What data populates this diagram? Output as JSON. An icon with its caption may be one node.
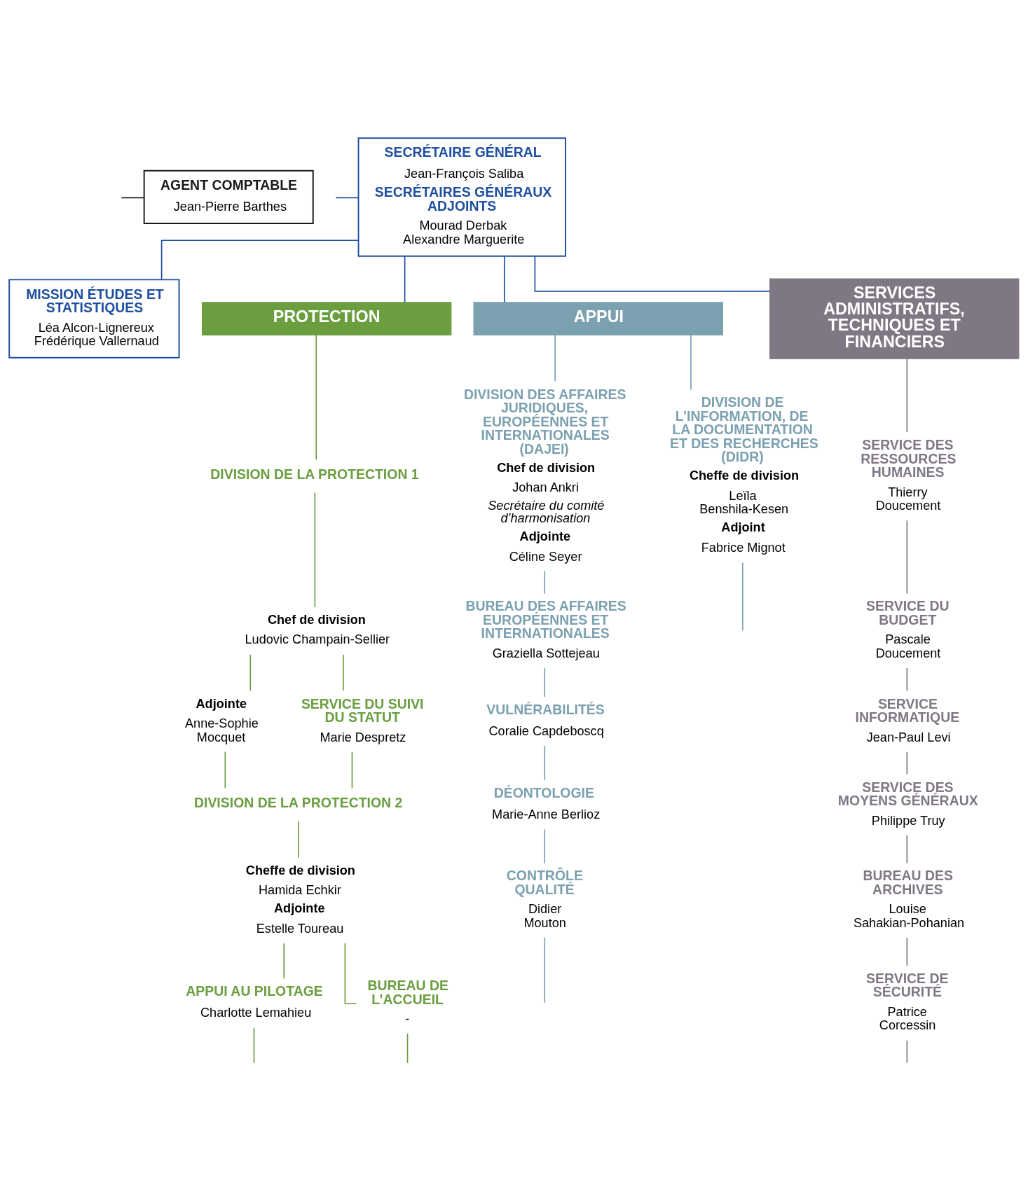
{
  "diagram": {
    "nodes": [
      {
        "text": [
          "AGENT COMPTABLE",
          "Jean-Pierre Barthes"
        ]
      },
      {
        "text": [
          "SECRÉTAIRE GÉNÉRAL",
          "Jean-François Saliba",
          "SECRÉTAIRES GÉNÉRAUX ADJOINTS",
          "Mourad Derbak Alexandre Marguerite"
        ]
      },
      {
        "text": [
          "MISSION ÉTUDES ET STATISTIQUES",
          "Léa Alcon-Lignereux Frédérique Vallernaud"
        ]
      },
      {
        "text": [
          "PROTECTION"
        ]
      },
      {
        "text": [
          "APPUI"
        ]
      },
      {
        "text": [
          "SERVICES ADMINISTRATIFS, TECHNIQUES ET FINANCIERS"
        ]
      },
      {
        "text": [
          "DIVISION DE LA PROTECTION 1"
        ]
      },
      {
        "text": [
          "Chef de division",
          "Ludovic Champain-Sellier"
        ]
      },
      {
        "text": [
          "Adjointe",
          "Anne-Sophie Mocquet"
        ]
      },
      {
        "text": [
          "SERVICE DU SUIVI DU STATUT",
          "Marie Despretz"
        ]
      },
      {
        "text": [
          "DIVISION DE LA PROTECTION 2"
        ]
      },
      {
        "text": [
          "Cheffe de division",
          "Hamida Echkir",
          "Adjointe",
          "Estelle Toureau"
        ]
      },
      {
        "text": [
          "APPUI AU PILOTAGE",
          "Charlotte Lemahieu"
        ]
      },
      {
        "text": [
          "BUREAU DE L’ACCUEIL",
          "-"
        ]
      },
      {
        "text": [
          "DIVISION DES AFFAIRES JURIDIQUES, EUROPÉENNES ET INTERNATIONALES (DAJEI)",
          "Chef de division",
          "Johan Ankri",
          "Secrétaire du comité d’harmonisation",
          "Adjointe",
          "Céline Seyer"
        ]
      },
      {
        "text": [
          "DIVISION DE L’INFORMATION, DE LA DOCUMENTATION ET DES RECHERCHES (DIDR)",
          "Cheffe de division",
          "Leïla Benshila-Kesen",
          "Adjoint",
          "Fabrice Mignot"
        ]
      },
      {
        "text": [
          "BUREAU DES AFFAIRES EUROPÉENNES ET INTERNATIONALES",
          "Graziella Sottejeau"
        ]
      },
      {
        "text": [
          "VULNÉRABILITÉS",
          "Coralie Capdeboscq"
        ]
      },
      {
        "text": [
          "DÉONTOLOGIE",
          "Marie-Anne Berlioz"
        ]
      },
      {
        "text": [
          "CONTRÔLE QUALITÉ",
          "Didier Mouton"
        ]
      },
      {
        "text": [
          "SERVICE DES RESSOURCES HUMAINES",
          "Thierry Doucement"
        ]
      },
      {
        "text": [
          "SERVICE DU BUDGET",
          "Pascale Doucement"
        ]
      },
      {
        "text": [
          "SERVICE INFORMATIQUE",
          "Jean-Paul Levi"
        ]
      },
      {
        "text": [
          "SERVICE DES MOYENS GÉNÉRAUX",
          "Philippe Truy"
        ]
      },
      {
        "text": [
          "BUREAU DES ARCHIVES",
          "Louise Sahakian-Pohanian"
        ]
      },
      {
        "text": [
          "SERVICE DE SÉCURITÉ",
          "Patrice Corcessin"
        ]
      }
    ],
    "edges": [
      {
        "from": null,
        "to": 0,
        "arrow": "none",
        "color": "#1a1a1a"
      },
      {
        "from": null,
        "to": 1,
        "arrow": "none",
        "color": "#1f4fa0"
      },
      {
        "from": 1,
        "to": 2,
        "arrow": "none",
        "color": "#1f4fa0"
      },
      {
        "from": 1,
        "to": 3,
        "arrow": "none",
        "color": "#1f4fa0"
      },
      {
        "from": 1,
        "to": 4,
        "arrow": "none",
        "color": "#1f4fa0"
      },
      {
        "from": 1,
        "to": 5,
        "arrow": "none",
        "color": "#1f4fa0"
      },
      {
        "from": 3,
        "to": 6,
        "arrow": "none"
      },
      {
        "from": 6,
        "to": 7,
        "arrow": "none"
      },
      {
        "from": 7,
        "to": 8,
        "arrow": "none"
      },
      {
        "from": 7,
        "to": 9,
        "arrow": "none"
      },
      {
        "from": 8,
        "to": 10,
        "arrow": "none"
      },
      {
        "from": 9,
        "to": 10,
        "arrow": "none"
      },
      {
        "from": 10,
        "to": 11,
        "arrow": "none"
      },
      {
        "from": 11,
        "to": 12,
        "arrow": "none"
      },
      {
        "from": 11,
        "to": 13,
        "arrow": "none"
      },
      {
        "from": 12,
        "to": null,
        "arrow": "none"
      },
      {
        "from": 13,
        "to": null,
        "arrow": "none"
      },
      {
        "from": 4,
        "to": 14,
        "arrow": "none",
        "color": "#7ba0b0"
      },
      {
        "from": 4,
        "to": 15,
        "arrow": "none",
        "color": "#7ba0b0"
      },
      {
        "from": 14,
        "to": 16,
        "arrow": "none",
        "color": "#7ba0b0"
      },
      {
        "from": 16,
        "to": 17,
        "arrow": "none",
        "color": "#7ba0b0"
      },
      {
        "from": 17,
        "to": 18,
        "arrow": "none",
        "color": "#7ba0b0"
      },
      {
        "from": 18,
        "to": 19,
        "arrow": "none",
        "color": "#7ba0b0"
      },
      {
        "from": 19,
        "to": null,
        "arrow": "none",
        "color": "#7ba0b0"
      },
      {
        "from": 15,
        "to": null,
        "arrow": "none",
        "color": "#7ba0b0"
      },
      {
        "from": 5,
        "to": 20,
        "arrow": "none",
        "color": "#7f7784"
      },
      {
        "from": 20,
        "to": 21,
        "arrow": "none",
        "color": "#7f7784"
      },
      {
        "from": 21,
        "to": 22,
        "arrow": "none",
        "color": "#7f7784"
      },
      {
        "from": 22,
        "to": 23,
        "arrow": "none",
        "color": "#7f7784"
      },
      {
        "from": 23,
        "to": 24,
        "arrow": "none",
        "color": "#7f7784"
      },
      {
        "from": 24,
        "to": 25,
        "arrow": "none",
        "color": "#7f7784"
      },
      {
        "from": 25,
        "to": null,
        "arrow": "none",
        "color": "#7f7784"
      }
    ]
  }
}
